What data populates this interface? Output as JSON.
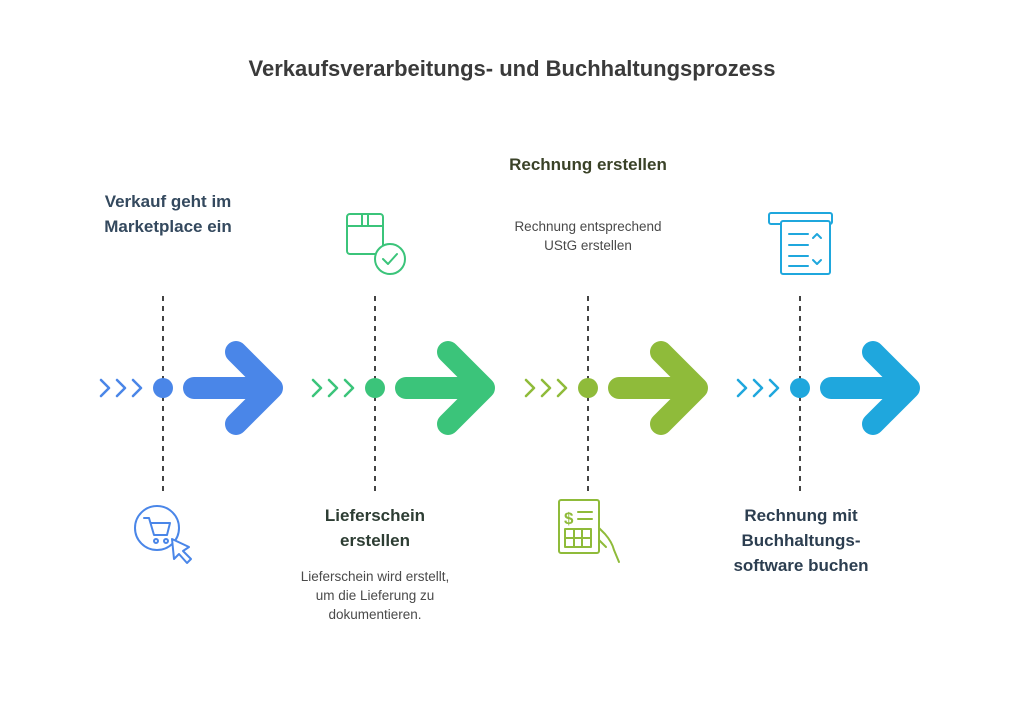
{
  "title": "Verkaufsverarbeitungs- und Buchhaltungsprozess",
  "colors": {
    "blue": "#4a86e8",
    "green": "#3bc47a",
    "lime": "#8fbb3a",
    "cyan": "#1fa7dd",
    "dash": "#444444"
  },
  "steps": [
    {
      "title": "Verkauf geht im Marketplace ein",
      "description": "",
      "icon": "shopping-cart-cursor-icon",
      "color": "#4a86e8",
      "title_color": "#34495e"
    },
    {
      "title": "Lieferschein erstellen",
      "description": "Lieferschein wird erstellt, um die Lieferung zu dokumentieren.",
      "icon": "package-check-icon",
      "color": "#3bc47a",
      "title_color": "#2d3d33"
    },
    {
      "title": "Rechnung erstellen",
      "description": "Rechnung entsprechend UStG erstellen",
      "icon": "invoice-hand-icon",
      "color": "#8fbb3a",
      "title_color": "#3a4228"
    },
    {
      "title": "Rechnung mit Buchhaltungs- software buchen",
      "description": "",
      "icon": "checklist-document-icon",
      "color": "#1fa7dd",
      "title_color": "#2c3e50"
    }
  ]
}
